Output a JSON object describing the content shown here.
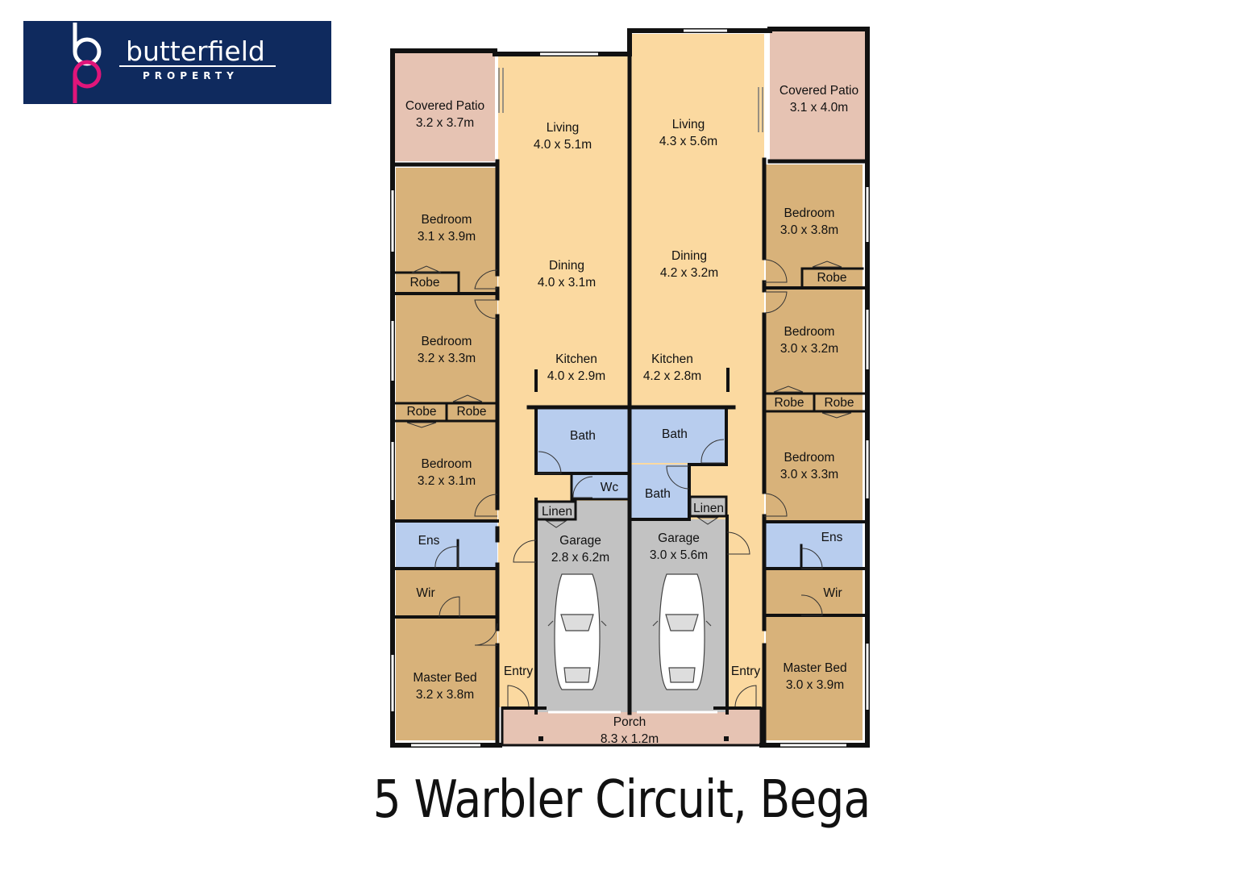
{
  "logo": {
    "name": "butterfield",
    "tagline": "PROPERTY",
    "colors": {
      "background": "#0f2a5e",
      "accent": "#e0157a",
      "text": "#ffffff"
    }
  },
  "address": "5 Warbler Circuit, Bega",
  "colors": {
    "living": "#fbd9a0",
    "bedroom": "#d8b27a",
    "wet": "#b8cdee",
    "garage": "#c2c2c2",
    "patio": "#e6c3b3",
    "wall": "#111111"
  },
  "rooms": {
    "patio_left": {
      "name": "Covered Patio",
      "dims": "3.2 x 3.7m"
    },
    "living_left": {
      "name": "Living",
      "dims": "4.0 x 5.1m"
    },
    "living_right": {
      "name": "Living",
      "dims": "4.3 x 5.6m"
    },
    "patio_right": {
      "name": "Covered Patio",
      "dims": "3.1 x 4.0m"
    },
    "bed1_left": {
      "name": "Bedroom",
      "dims": "3.1 x 3.9m"
    },
    "bed1_right": {
      "name": "Bedroom",
      "dims": "3.0 x 3.8m"
    },
    "dining_left": {
      "name": "Dining",
      "dims": "4.0 x 3.1m"
    },
    "dining_right": {
      "name": "Dining",
      "dims": "4.2 x 3.2m"
    },
    "robe_l1": {
      "name": "Robe"
    },
    "robe_r1": {
      "name": "Robe"
    },
    "bed2_left": {
      "name": "Bedroom",
      "dims": "3.2 x 3.3m"
    },
    "bed2_right": {
      "name": "Bedroom",
      "dims": "3.0 x 3.2m"
    },
    "kitchen_left": {
      "name": "Kitchen",
      "dims": "4.0 x 2.9m"
    },
    "kitchen_right": {
      "name": "Kitchen",
      "dims": "4.2 x 2.8m"
    },
    "robe_l2a": {
      "name": "Robe"
    },
    "robe_l2b": {
      "name": "Robe"
    },
    "robe_r2a": {
      "name": "Robe"
    },
    "robe_r2b": {
      "name": "Robe"
    },
    "bath_left": {
      "name": "Bath"
    },
    "bath_mid": {
      "name": "Bath"
    },
    "bath_right": {
      "name": "Bath"
    },
    "wc": {
      "name": "Wc"
    },
    "bed3_left": {
      "name": "Bedroom",
      "dims": "3.2 x 3.1m"
    },
    "bed3_right": {
      "name": "Bedroom",
      "dims": "3.0 x 3.3m"
    },
    "linen_left": {
      "name": "Linen"
    },
    "linen_right": {
      "name": "Linen"
    },
    "garage_left": {
      "name": "Garage",
      "dims": "2.8 x 6.2m"
    },
    "garage_right": {
      "name": "Garage",
      "dims": "3.0 x 5.6m"
    },
    "ens_left": {
      "name": "Ens"
    },
    "ens_right": {
      "name": "Ens"
    },
    "wir_left": {
      "name": "Wir"
    },
    "wir_right": {
      "name": "Wir"
    },
    "master_left": {
      "name": "Master Bed",
      "dims": "3.2 x 3.8m"
    },
    "master_right": {
      "name": "Master Bed",
      "dims": "3.0 x 3.9m"
    },
    "entry_left": {
      "name": "Entry"
    },
    "entry_right": {
      "name": "Entry"
    },
    "porch": {
      "name": "Porch",
      "dims": "8.3 x 1.2m"
    }
  }
}
